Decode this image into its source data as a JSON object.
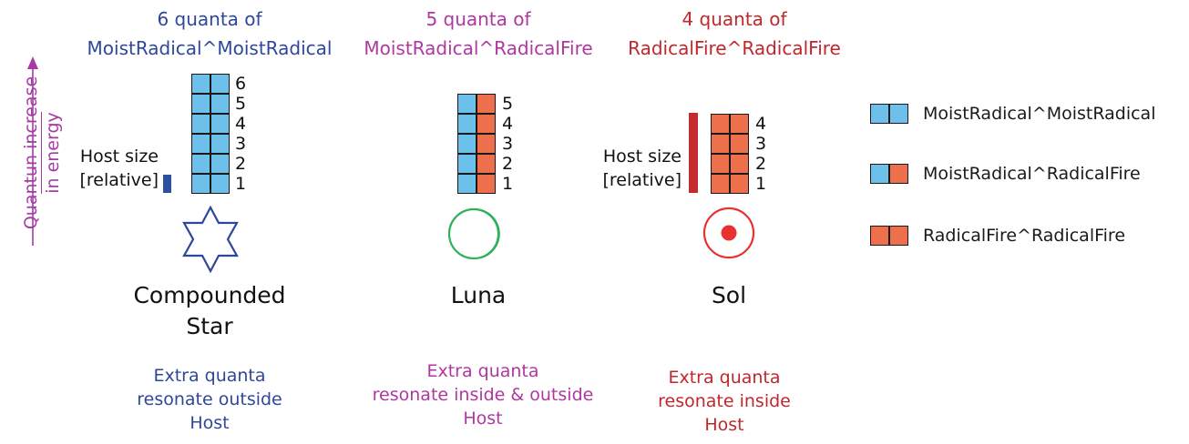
{
  "colors": {
    "blue_text": "#2f479a",
    "magenta_text": "#b0379f",
    "red_text": "#c0272d",
    "cell_blue": "#6cc0ea",
    "cell_red": "#ee6f4b",
    "host_blue": "#2d4f9e",
    "host_red": "#c62a2c",
    "luna_green": "#2fb05a",
    "sol_red": "#e8322f",
    "arrow_purple": "#a63aa6"
  },
  "axis": {
    "line1": "Quantun increase",
    "line2": "in energy"
  },
  "columns": [
    {
      "header_line1": "6 quanta of",
      "header_line2": "MoistRadical^MoistRadical",
      "host_size_line1": "Host size",
      "host_size_line2": "[relative]",
      "quanta": [
        "6",
        "5",
        "4",
        "3",
        "2",
        "1"
      ],
      "name_line1": "Compounded",
      "name_line2": "Star",
      "note_line1": "Extra quanta",
      "note_line2": "resonate outside",
      "note_line3": "Host",
      "icon": "six-point-star-icon"
    },
    {
      "header_line1": "5 quanta of",
      "header_line2": "MoistRadical^RadicalFire",
      "quanta": [
        "5",
        "4",
        "3",
        "2",
        "1"
      ],
      "name_line1": "Luna",
      "note_line1": "Extra quanta",
      "note_line2": "resonate inside & outside",
      "note_line3": "Host",
      "icon": "moon-circle-icon"
    },
    {
      "header_line1": "4 quanta of",
      "header_line2": "RadicalFire^RadicalFire",
      "host_size_line1": "Host size",
      "host_size_line2": "[relative]",
      "quanta": [
        "4",
        "3",
        "2",
        "1"
      ],
      "name_line1": "Sol",
      "note_line1": "Extra quanta",
      "note_line2": "resonate inside",
      "note_line3": "Host",
      "icon": "sun-circle-icon"
    }
  ],
  "legend": [
    {
      "label": "MoistRadical^MoistRadical",
      "left": "blue",
      "right": "blue"
    },
    {
      "label": "MoistRadical^RadicalFire",
      "left": "blue",
      "right": "red"
    },
    {
      "label": "RadicalFire^RadicalFire",
      "left": "red",
      "right": "red"
    }
  ]
}
